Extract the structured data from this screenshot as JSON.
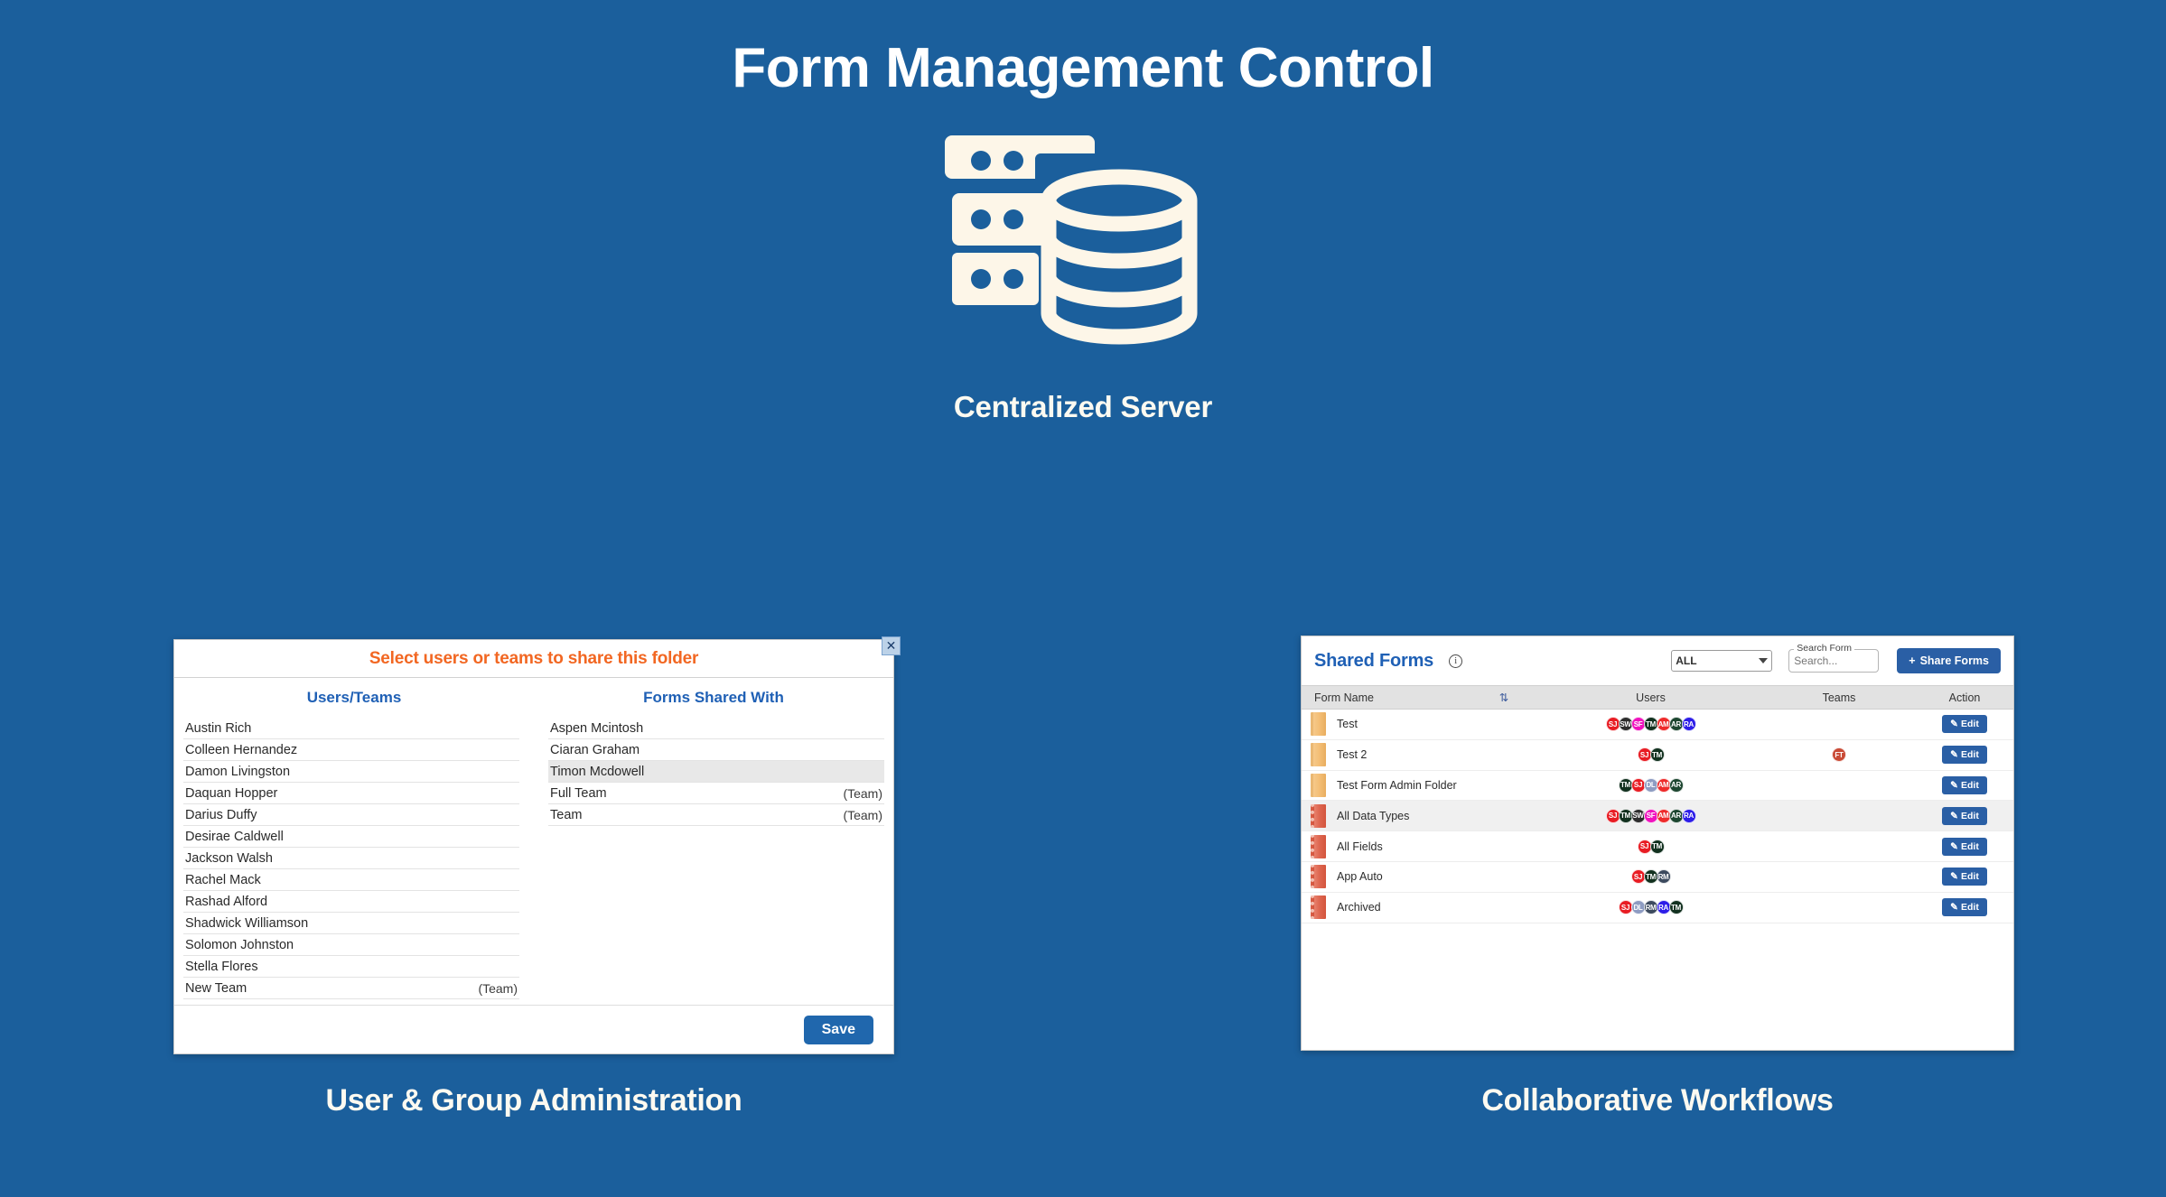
{
  "page": {
    "title": "Form Management Control",
    "background_color": "#1b5f9c",
    "server_caption": "Centralized Server",
    "server_icon": "server-database-icon",
    "caption_left": "User & Group Administration",
    "caption_right": "Collaborative Workflows"
  },
  "share_dialog": {
    "title": "Select users or teams to share this folder",
    "title_color": "#f26722",
    "close_label": "✕",
    "columns": {
      "left": "Users/Teams",
      "right": "Forms Shared With"
    },
    "users_teams": [
      {
        "name": "Austin Rich",
        "tag": ""
      },
      {
        "name": "Colleen Hernandez",
        "tag": ""
      },
      {
        "name": "Damon Livingston",
        "tag": ""
      },
      {
        "name": "Daquan Hopper",
        "tag": ""
      },
      {
        "name": "Darius Duffy",
        "tag": ""
      },
      {
        "name": "Desirae Caldwell",
        "tag": ""
      },
      {
        "name": "Jackson Walsh",
        "tag": ""
      },
      {
        "name": "Rachel Mack",
        "tag": ""
      },
      {
        "name": "Rashad Alford",
        "tag": ""
      },
      {
        "name": "Shadwick Williamson",
        "tag": ""
      },
      {
        "name": "Solomon Johnston",
        "tag": ""
      },
      {
        "name": "Stella Flores",
        "tag": ""
      },
      {
        "name": "New Team",
        "tag": "(Team)"
      }
    ],
    "forms_shared_with": [
      {
        "name": "Aspen Mcintosh",
        "tag": "",
        "selected": false
      },
      {
        "name": "Ciaran Graham",
        "tag": "",
        "selected": false
      },
      {
        "name": "Timon Mcdowell",
        "tag": "",
        "selected": true
      },
      {
        "name": "Full Team",
        "tag": "(Team)",
        "selected": false
      },
      {
        "name": "Team",
        "tag": "(Team)",
        "selected": false
      }
    ],
    "save_label": "Save"
  },
  "shared_forms": {
    "title": "Shared Forms",
    "info_icon": "info-icon",
    "filter_value": "ALL",
    "search_label": "Search Form",
    "search_placeholder": "Search...",
    "search_value": "",
    "share_forms_label": "Share Forms",
    "share_forms_plus": "+",
    "sort_icon": "⇅",
    "columns": [
      "Form Name",
      "",
      "Users",
      "Teams",
      "Action"
    ],
    "edit_label": "Edit",
    "edit_icon": "pencil-icon",
    "rows": [
      {
        "name": "Test",
        "icon": "folder",
        "alt": false,
        "users": [
          {
            "initials": "SJ",
            "color": "#e81c23"
          },
          {
            "initials": "SW",
            "color": "#2d2d2d"
          },
          {
            "initials": "SF",
            "color": "#f012be"
          },
          {
            "initials": "TM",
            "color": "#12311f"
          },
          {
            "initials": "AM",
            "color": "#ee2a2a"
          },
          {
            "initials": "AR",
            "color": "#1d4630"
          },
          {
            "initials": "RA",
            "color": "#2d1de8"
          }
        ],
        "teams": []
      },
      {
        "name": "Test 2",
        "icon": "folder",
        "alt": false,
        "users": [
          {
            "initials": "SJ",
            "color": "#e81c23"
          },
          {
            "initials": "TM",
            "color": "#12311f"
          }
        ],
        "teams": [
          {
            "initials": "FT",
            "color": "#c94a35"
          }
        ]
      },
      {
        "name": "Test Form Admin Folder",
        "icon": "folder",
        "alt": false,
        "users": [
          {
            "initials": "TM",
            "color": "#12311f"
          },
          {
            "initials": "SJ",
            "color": "#e81c23"
          },
          {
            "initials": "DL",
            "color": "#8e9cc2"
          },
          {
            "initials": "AM",
            "color": "#ee2a2a"
          },
          {
            "initials": "AR",
            "color": "#1d4630"
          }
        ],
        "teams": []
      },
      {
        "name": "All Data Types",
        "icon": "notebook",
        "alt": true,
        "users": [
          {
            "initials": "SJ",
            "color": "#e81c23"
          },
          {
            "initials": "TM",
            "color": "#12311f"
          },
          {
            "initials": "SW",
            "color": "#2d2d2d"
          },
          {
            "initials": "SF",
            "color": "#f012be"
          },
          {
            "initials": "AM",
            "color": "#ee2a2a"
          },
          {
            "initials": "AR",
            "color": "#1d4630"
          },
          {
            "initials": "RA",
            "color": "#2d1de8"
          }
        ],
        "teams": []
      },
      {
        "name": "All Fields",
        "icon": "notebook",
        "alt": false,
        "users": [
          {
            "initials": "SJ",
            "color": "#e81c23"
          },
          {
            "initials": "TM",
            "color": "#12311f"
          }
        ],
        "teams": []
      },
      {
        "name": "App Auto",
        "icon": "notebook",
        "alt": false,
        "users": [
          {
            "initials": "SJ",
            "color": "#e81c23"
          },
          {
            "initials": "TM",
            "color": "#12311f"
          },
          {
            "initials": "RM",
            "color": "#3c4a5e"
          }
        ],
        "teams": []
      },
      {
        "name": "Archived",
        "icon": "notebook",
        "alt": false,
        "users": [
          {
            "initials": "SJ",
            "color": "#e81c23"
          },
          {
            "initials": "DL",
            "color": "#8e9cc2"
          },
          {
            "initials": "RM",
            "color": "#3c4a5e"
          },
          {
            "initials": "RA",
            "color": "#2d1de8"
          },
          {
            "initials": "TM",
            "color": "#12311f"
          }
        ],
        "teams": []
      }
    ]
  }
}
